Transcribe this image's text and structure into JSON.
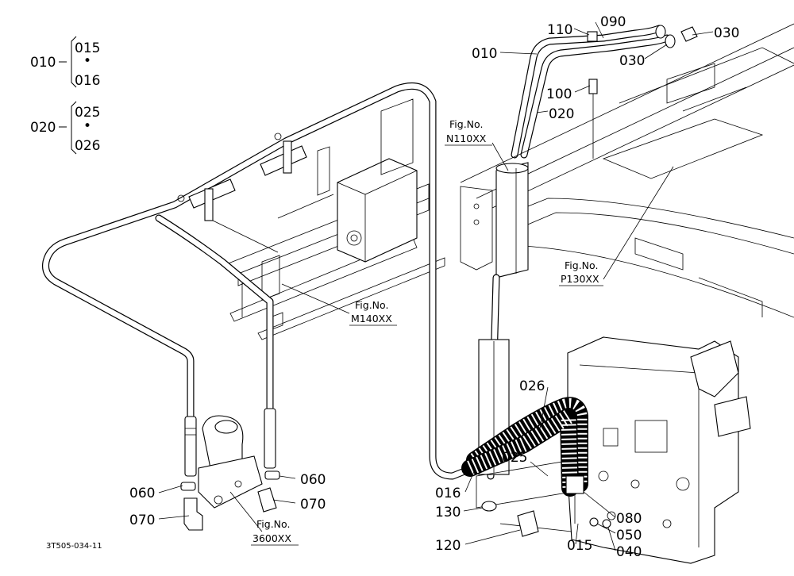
{
  "legend": {
    "group_010": {
      "parent": "010",
      "children": [
        "015",
        "016"
      ],
      "dot": "•"
    },
    "group_020": {
      "parent": "020",
      "children": [
        "025",
        "026"
      ],
      "dot": "•"
    }
  },
  "callouts": {
    "p110": "110",
    "p090": "090",
    "p030a": "030",
    "p030b": "030",
    "p010": "010",
    "p100": "100",
    "p020": "020",
    "p026": "026",
    "p025": "025",
    "p016": "016",
    "p130": "130",
    "p120": "120",
    "p015": "015",
    "p080": "080",
    "p050": "050",
    "p040": "040",
    "p060a": "060",
    "p060b": "060",
    "p070a": "070",
    "p070b": "070"
  },
  "fig_refs": {
    "n110": {
      "line1": "Fig.No.",
      "line2": "N110XX"
    },
    "p130": {
      "line1": "Fig.No.",
      "line2": "P130XX"
    },
    "m140": {
      "line1": "Fig.No.",
      "line2": "M140XX"
    },
    "f3600": {
      "line1": "Fig.No.",
      "line2": "3600XX"
    }
  },
  "drawing_code": "3T505-034-11"
}
